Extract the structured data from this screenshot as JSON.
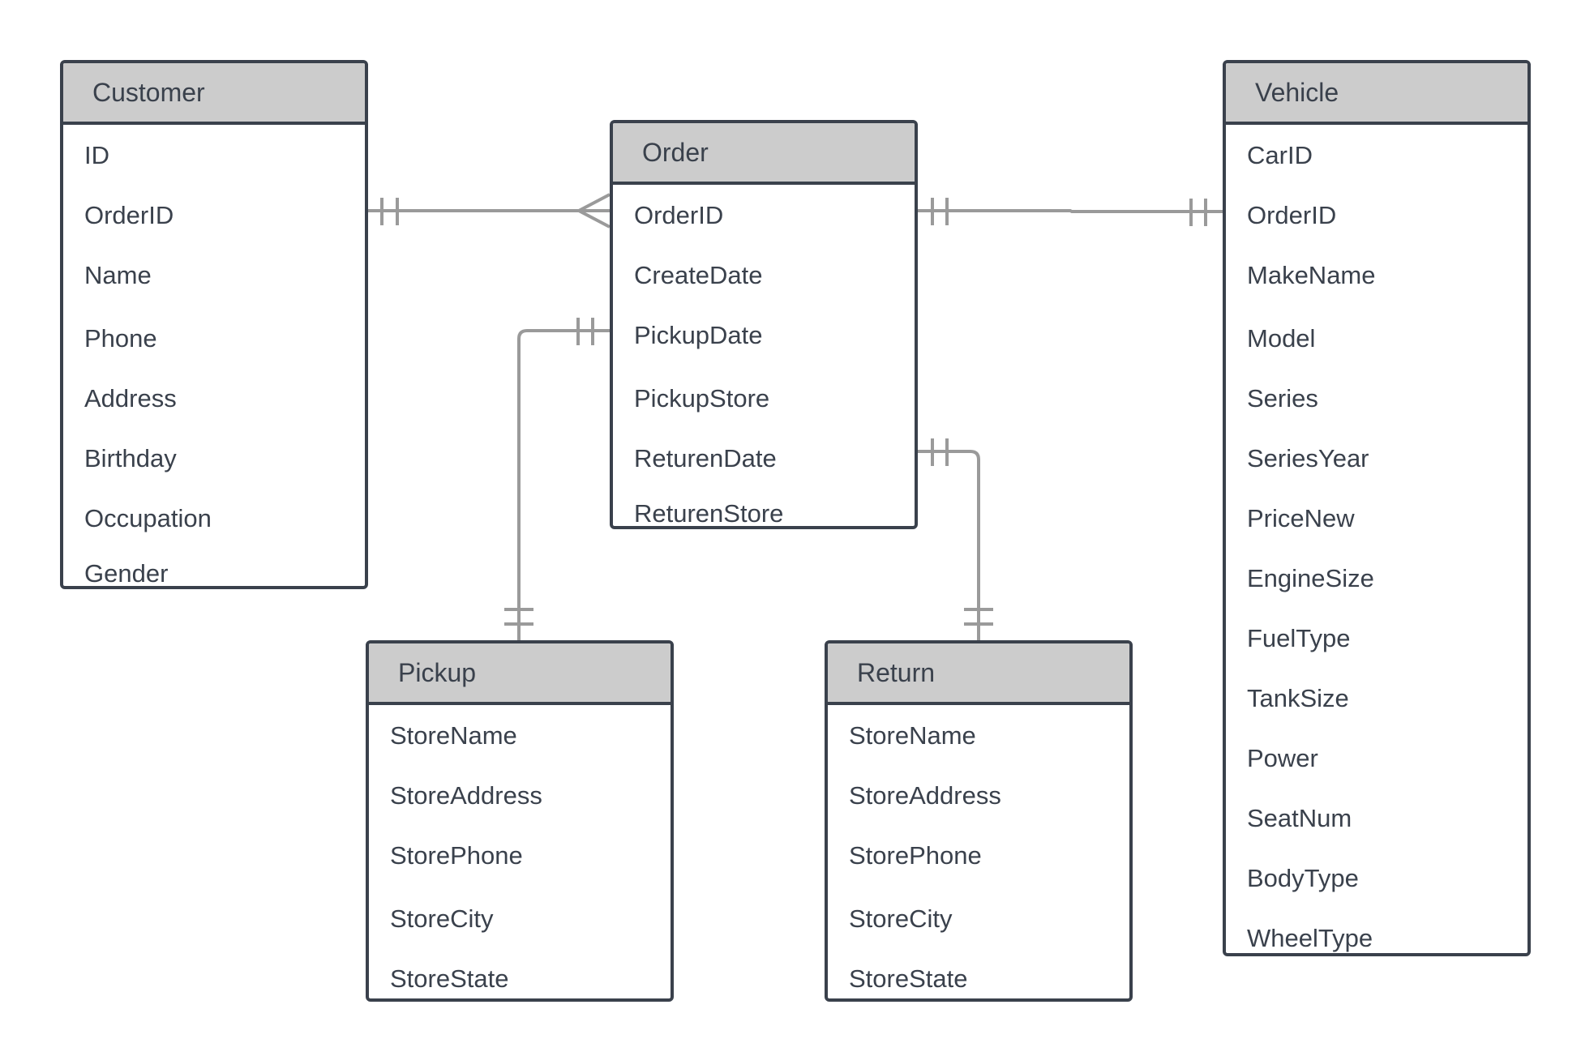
{
  "colors": {
    "border": "#3a414c",
    "header_fill": "#cccccc",
    "connector": "#9a9a9a",
    "text": "#3a414c"
  },
  "entities": {
    "customer": {
      "title": "Customer",
      "fields": [
        "ID",
        "OrderID",
        "Name",
        "Phone",
        "Address",
        "Birthday",
        "Occupation",
        "Gender"
      ]
    },
    "order": {
      "title": "Order",
      "fields": [
        "OrderID",
        "CreateDate",
        "PickupDate",
        "PickupStore",
        "ReturenDate",
        "ReturenStore"
      ]
    },
    "vehicle": {
      "title": "Vehicle",
      "fields": [
        "CarID",
        "OrderID",
        "MakeName",
        "Model",
        "Series",
        "SeriesYear",
        "PriceNew",
        "EngineSize",
        "FuelType",
        "TankSize",
        "Power",
        "SeatNum",
        "BodyType",
        "WheelType"
      ]
    },
    "pickup": {
      "title": "Pickup",
      "fields": [
        "StoreName",
        "StoreAddress",
        "StorePhone",
        "StoreCity",
        "StoreState"
      ]
    },
    "return": {
      "title": "Return",
      "fields": [
        "StoreName",
        "StoreAddress",
        "StorePhone",
        "StoreCity",
        "StoreState"
      ]
    }
  },
  "relationships": [
    {
      "from": "customer.OrderID",
      "to": "order.OrderID",
      "from_cardinality": "one-and-only-one",
      "to_cardinality": "many"
    },
    {
      "from": "order.OrderID",
      "to": "vehicle.OrderID",
      "from_cardinality": "one-and-only-one",
      "to_cardinality": "one-and-only-one"
    },
    {
      "from": "order.PickupDate",
      "to": "pickup",
      "from_cardinality": "one-and-only-one",
      "to_cardinality": "one-and-only-one"
    },
    {
      "from": "order.ReturenDate",
      "to": "return",
      "from_cardinality": "one-and-only-one",
      "to_cardinality": "one-and-only-one"
    }
  ]
}
